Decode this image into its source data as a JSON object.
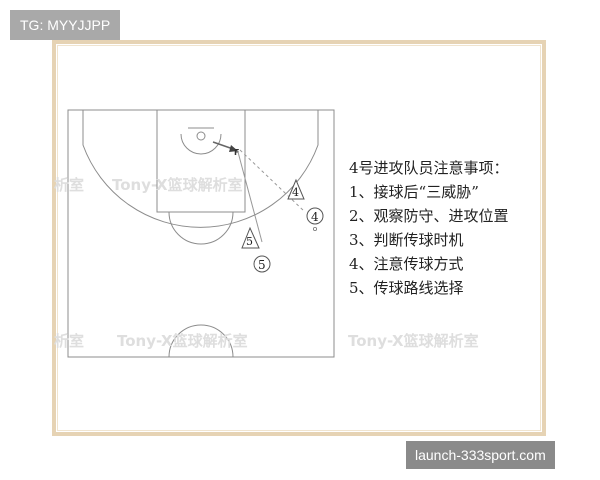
{
  "tag": {
    "text": "TG: MYYJJPP"
  },
  "diagram": {
    "players": [
      {
        "number": "4"
      },
      {
        "number": "5"
      }
    ],
    "defenders": [
      {
        "number": "4"
      },
      {
        "number": "5"
      }
    ],
    "ball_marker": "F"
  },
  "notes": {
    "title": "4号进攻队员注意事项：",
    "items": [
      "1、接球后“三威胁”",
      "2、观察防守、进攻位置",
      "3、判断传球时机",
      "4、注意传球方式",
      "5、传球路线选择"
    ]
  },
  "watermark": {
    "text": "Tony-X篮球解析室",
    "partial_left": "析室"
  },
  "source": {
    "text": "launch-333sport.com"
  },
  "colors": {
    "frame": "#e6d3b4",
    "tag_bg": "#a9a9a9",
    "url_bg": "#8a8a8a",
    "court_line": "#8c8c8c"
  }
}
